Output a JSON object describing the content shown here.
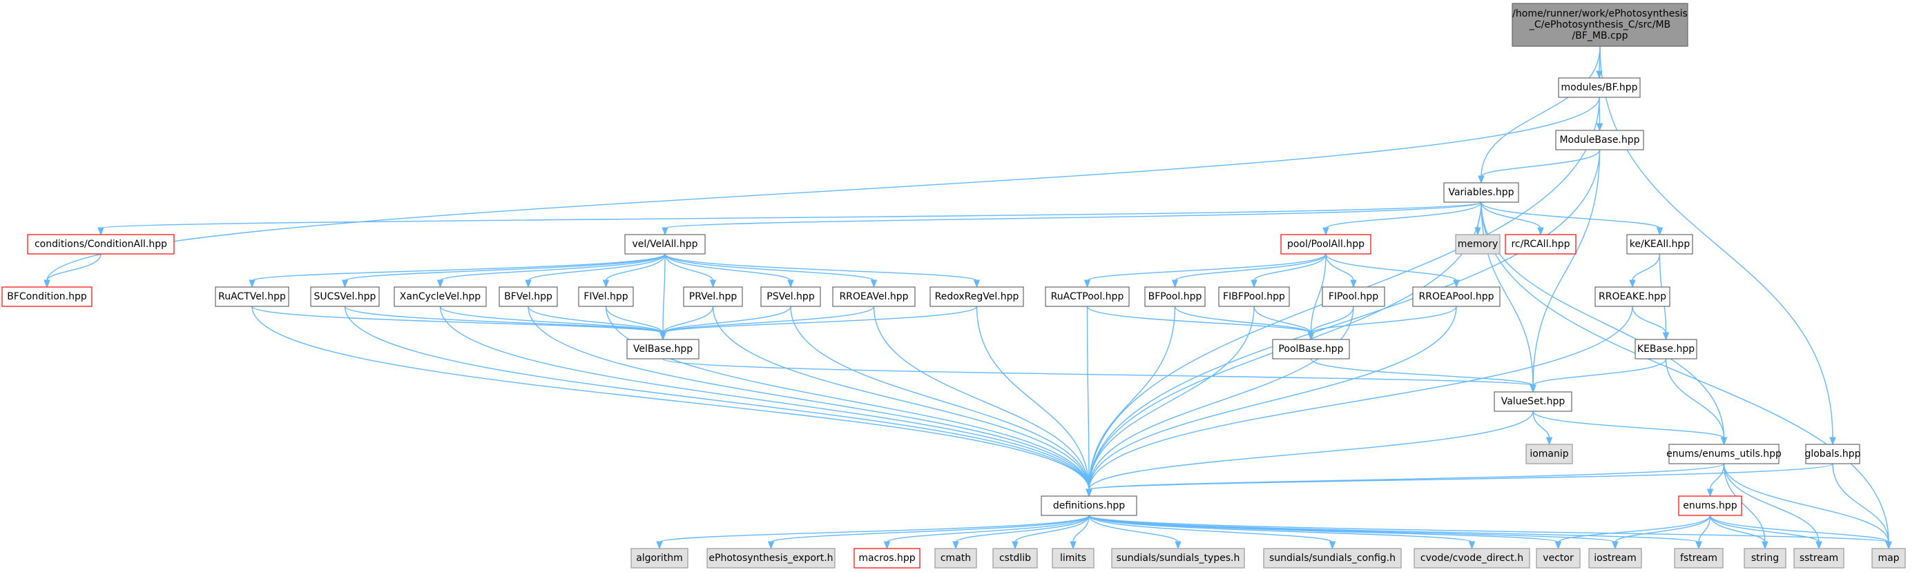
{
  "colors": {
    "edge": "#63b8ff",
    "root_fill": "#999999",
    "system_fill": "#e0e0e0",
    "border": "#666666",
    "broken_border": "#ff0000"
  },
  "nodes": [
    {
      "id": "root",
      "lines": [
        "/home/runner/work/ePhotosynthesis",
        "_C/ePhotosynthesis_C/src/MB",
        "/BF_MB.cpp"
      ],
      "kind": "root"
    },
    {
      "id": "modules_bf",
      "lines": [
        "modules/BF.hpp"
      ],
      "kind": "normal"
    },
    {
      "id": "modulebase",
      "lines": [
        "ModuleBase.hpp"
      ],
      "kind": "normal"
    },
    {
      "id": "variables",
      "lines": [
        "Variables.hpp"
      ],
      "kind": "normal"
    },
    {
      "id": "globals",
      "lines": [
        "globals.hpp"
      ],
      "kind": "normal"
    },
    {
      "id": "conditionall",
      "lines": [
        "conditions/ConditionAll.hpp"
      ],
      "kind": "red"
    },
    {
      "id": "bfcondition",
      "lines": [
        "BFCondition.hpp"
      ],
      "kind": "red"
    },
    {
      "id": "velall",
      "lines": [
        "vel/VelAll.hpp"
      ],
      "kind": "normal"
    },
    {
      "id": "memory",
      "lines": [
        "memory"
      ],
      "kind": "sys"
    },
    {
      "id": "rcall",
      "lines": [
        "rc/RCAll.hpp"
      ],
      "kind": "red"
    },
    {
      "id": "keall",
      "lines": [
        "ke/KEAll.hpp"
      ],
      "kind": "normal"
    },
    {
      "id": "poolall",
      "lines": [
        "pool/PoolAll.hpp"
      ],
      "kind": "red"
    },
    {
      "id": "ruactvel",
      "lines": [
        "RuACTVel.hpp"
      ],
      "kind": "normal"
    },
    {
      "id": "sucsvel",
      "lines": [
        "SUCSVel.hpp"
      ],
      "kind": "normal"
    },
    {
      "id": "xancyclevel",
      "lines": [
        "XanCycleVel.hpp"
      ],
      "kind": "normal"
    },
    {
      "id": "bfvel",
      "lines": [
        "BFVel.hpp"
      ],
      "kind": "normal"
    },
    {
      "id": "fivel",
      "lines": [
        "FIVel.hpp"
      ],
      "kind": "normal"
    },
    {
      "id": "prvel",
      "lines": [
        "PRVel.hpp"
      ],
      "kind": "normal"
    },
    {
      "id": "psvel",
      "lines": [
        "PSVel.hpp"
      ],
      "kind": "normal"
    },
    {
      "id": "rroeavel",
      "lines": [
        "RROEAVel.hpp"
      ],
      "kind": "normal"
    },
    {
      "id": "redoxregvel",
      "lines": [
        "RedoxRegVel.hpp"
      ],
      "kind": "normal"
    },
    {
      "id": "ruactpool",
      "lines": [
        "RuACTPool.hpp"
      ],
      "kind": "normal"
    },
    {
      "id": "bfpool",
      "lines": [
        "BFPool.hpp"
      ],
      "kind": "normal"
    },
    {
      "id": "fibfpool",
      "lines": [
        "FIBFPool.hpp"
      ],
      "kind": "normal"
    },
    {
      "id": "fipool",
      "lines": [
        "FIPool.hpp"
      ],
      "kind": "normal"
    },
    {
      "id": "rroeapool",
      "lines": [
        "RROEAPool.hpp"
      ],
      "kind": "normal"
    },
    {
      "id": "rroeake",
      "lines": [
        "RROEAKE.hpp"
      ],
      "kind": "normal"
    },
    {
      "id": "kebase",
      "lines": [
        "KEBase.hpp"
      ],
      "kind": "normal"
    },
    {
      "id": "velbase",
      "lines": [
        "VelBase.hpp"
      ],
      "kind": "normal"
    },
    {
      "id": "poolbase",
      "lines": [
        "PoolBase.hpp"
      ],
      "kind": "normal"
    },
    {
      "id": "valueset",
      "lines": [
        "ValueSet.hpp"
      ],
      "kind": "normal"
    },
    {
      "id": "iomanip",
      "lines": [
        "iomanip"
      ],
      "kind": "sys"
    },
    {
      "id": "enums_utils",
      "lines": [
        "enums/enums_utils.hpp"
      ],
      "kind": "normal"
    },
    {
      "id": "definitions",
      "lines": [
        "definitions.hpp"
      ],
      "kind": "normal"
    },
    {
      "id": "enums",
      "lines": [
        "enums.hpp"
      ],
      "kind": "red"
    },
    {
      "id": "algorithm",
      "lines": [
        "algorithm"
      ],
      "kind": "sys"
    },
    {
      "id": "ephoto_export",
      "lines": [
        "ePhotosynthesis_export.h"
      ],
      "kind": "sys"
    },
    {
      "id": "macros",
      "lines": [
        "macros.hpp"
      ],
      "kind": "red"
    },
    {
      "id": "cmath",
      "lines": [
        "cmath"
      ],
      "kind": "sys"
    },
    {
      "id": "cstdlib",
      "lines": [
        "cstdlib"
      ],
      "kind": "sys"
    },
    {
      "id": "limits",
      "lines": [
        "limits"
      ],
      "kind": "sys"
    },
    {
      "id": "sundials_types",
      "lines": [
        "sundials/sundials_types.h"
      ],
      "kind": "sys"
    },
    {
      "id": "sundials_config",
      "lines": [
        "sundials/sundials_config.h"
      ],
      "kind": "sys"
    },
    {
      "id": "cvode_direct",
      "lines": [
        "cvode/cvode_direct.h"
      ],
      "kind": "sys"
    },
    {
      "id": "vector",
      "lines": [
        "vector"
      ],
      "kind": "sys"
    },
    {
      "id": "iostream",
      "lines": [
        "iostream"
      ],
      "kind": "sys"
    },
    {
      "id": "fstream",
      "lines": [
        "fstream"
      ],
      "kind": "sys"
    },
    {
      "id": "string",
      "lines": [
        "string"
      ],
      "kind": "sys"
    },
    {
      "id": "sstream",
      "lines": [
        "sstream"
      ],
      "kind": "sys"
    },
    {
      "id": "map",
      "lines": [
        "map"
      ],
      "kind": "sys"
    }
  ],
  "edges": [
    [
      "root",
      "modules_bf"
    ],
    [
      "root",
      "variables"
    ],
    [
      "root",
      "globals"
    ],
    [
      "modules_bf",
      "modulebase"
    ],
    [
      "modules_bf",
      "bfcondition"
    ],
    [
      "modules_bf",
      "definitions"
    ],
    [
      "modulebase",
      "variables"
    ],
    [
      "modulebase",
      "valueset"
    ],
    [
      "modulebase",
      "definitions"
    ],
    [
      "variables",
      "conditionall"
    ],
    [
      "variables",
      "velall"
    ],
    [
      "variables",
      "memory"
    ],
    [
      "variables",
      "rcall"
    ],
    [
      "variables",
      "keall"
    ],
    [
      "variables",
      "poolall"
    ],
    [
      "variables",
      "valueset"
    ],
    [
      "variables",
      "enums_utils"
    ],
    [
      "variables",
      "definitions"
    ],
    [
      "variables",
      "map"
    ],
    [
      "conditionall",
      "bfcondition"
    ],
    [
      "velall",
      "ruactvel"
    ],
    [
      "velall",
      "sucsvel"
    ],
    [
      "velall",
      "xancyclevel"
    ],
    [
      "velall",
      "bfvel"
    ],
    [
      "velall",
      "fivel"
    ],
    [
      "velall",
      "prvel"
    ],
    [
      "velall",
      "psvel"
    ],
    [
      "velall",
      "rroeavel"
    ],
    [
      "velall",
      "redoxregvel"
    ],
    [
      "velall",
      "velbase"
    ],
    [
      "ruactvel",
      "velbase"
    ],
    [
      "sucsvel",
      "velbase"
    ],
    [
      "xancyclevel",
      "velbase"
    ],
    [
      "bfvel",
      "velbase"
    ],
    [
      "fivel",
      "velbase"
    ],
    [
      "prvel",
      "velbase"
    ],
    [
      "psvel",
      "velbase"
    ],
    [
      "rroeavel",
      "velbase"
    ],
    [
      "redoxregvel",
      "velbase"
    ],
    [
      "ruactvel",
      "definitions"
    ],
    [
      "sucsvel",
      "definitions"
    ],
    [
      "xancyclevel",
      "definitions"
    ],
    [
      "bfvel",
      "definitions"
    ],
    [
      "fivel",
      "definitions"
    ],
    [
      "prvel",
      "definitions"
    ],
    [
      "psvel",
      "definitions"
    ],
    [
      "rroeavel",
      "definitions"
    ],
    [
      "redoxregvel",
      "definitions"
    ],
    [
      "velbase",
      "valueset"
    ],
    [
      "poolall",
      "ruactpool"
    ],
    [
      "poolall",
      "bfpool"
    ],
    [
      "poolall",
      "fibfpool"
    ],
    [
      "poolall",
      "fipool"
    ],
    [
      "poolall",
      "rroeapool"
    ],
    [
      "poolall",
      "poolbase"
    ],
    [
      "ruactpool",
      "poolbase"
    ],
    [
      "bfpool",
      "poolbase"
    ],
    [
      "fibfpool",
      "poolbase"
    ],
    [
      "fipool",
      "poolbase"
    ],
    [
      "rroeapool",
      "poolbase"
    ],
    [
      "ruactpool",
      "definitions"
    ],
    [
      "bfpool",
      "definitions"
    ],
    [
      "fibfpool",
      "definitions"
    ],
    [
      "fipool",
      "definitions"
    ],
    [
      "rroeapool",
      "definitions"
    ],
    [
      "poolbase",
      "valueset"
    ],
    [
      "keall",
      "rroeake"
    ],
    [
      "keall",
      "kebase"
    ],
    [
      "rroeake",
      "kebase"
    ],
    [
      "rroeake",
      "definitions"
    ],
    [
      "kebase",
      "valueset"
    ],
    [
      "kebase",
      "enums_utils"
    ],
    [
      "valueset",
      "iomanip"
    ],
    [
      "valueset",
      "enums_utils"
    ],
    [
      "valueset",
      "definitions"
    ],
    [
      "enums_utils",
      "definitions"
    ],
    [
      "enums_utils",
      "enums"
    ],
    [
      "enums_utils",
      "string"
    ],
    [
      "enums_utils",
      "sstream"
    ],
    [
      "enums_utils",
      "map"
    ],
    [
      "globals",
      "definitions"
    ],
    [
      "globals",
      "map"
    ],
    [
      "enums",
      "vector"
    ],
    [
      "enums",
      "iostream"
    ],
    [
      "enums",
      "fstream"
    ],
    [
      "enums",
      "string"
    ],
    [
      "enums",
      "sstream"
    ],
    [
      "enums",
      "map"
    ],
    [
      "definitions",
      "algorithm"
    ],
    [
      "definitions",
      "ephoto_export"
    ],
    [
      "definitions",
      "macros"
    ],
    [
      "definitions",
      "cmath"
    ],
    [
      "definitions",
      "cstdlib"
    ],
    [
      "definitions",
      "limits"
    ],
    [
      "definitions",
      "sundials_types"
    ],
    [
      "definitions",
      "sundials_config"
    ],
    [
      "definitions",
      "cvode_direct"
    ],
    [
      "definitions",
      "vector"
    ],
    [
      "definitions",
      "iostream"
    ],
    [
      "definitions",
      "fstream"
    ],
    [
      "definitions",
      "map"
    ]
  ]
}
